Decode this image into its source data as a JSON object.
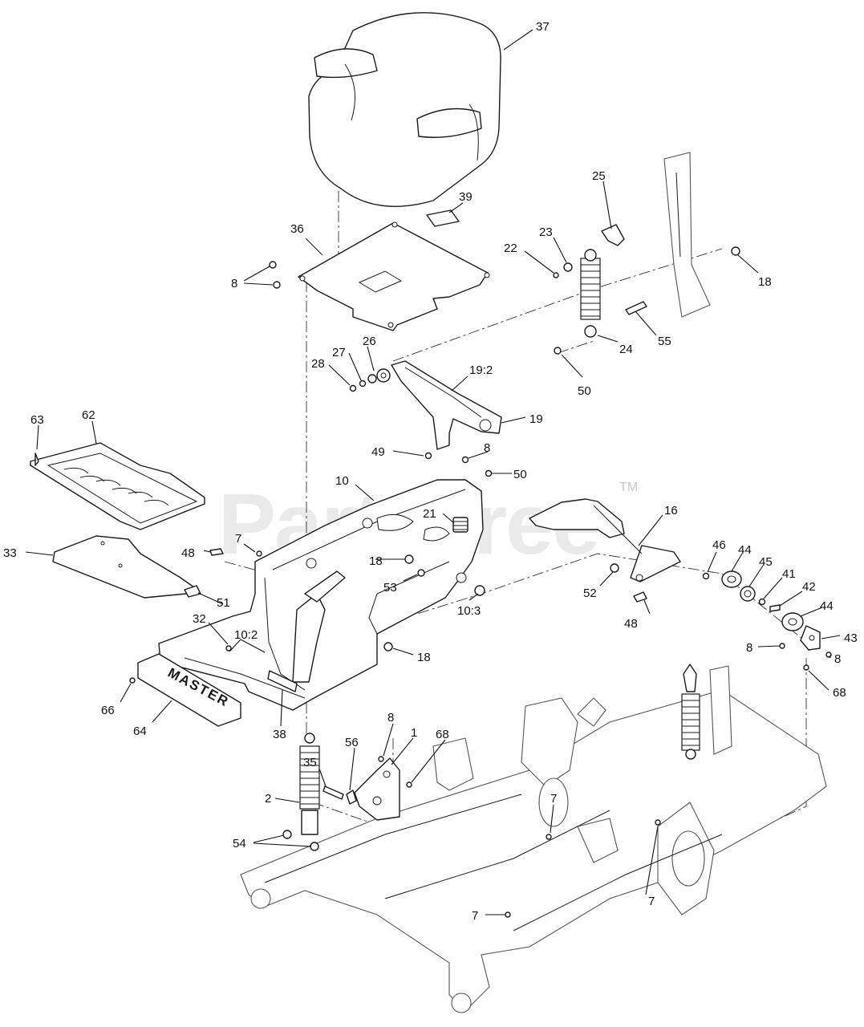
{
  "watermark": {
    "text": "PartsTree",
    "tm": "TM"
  },
  "brand_plate": {
    "text": "MASTER"
  },
  "callouts": [
    {
      "id": "c37",
      "label": "37"
    },
    {
      "id": "c39",
      "label": "39"
    },
    {
      "id": "c25",
      "label": "25"
    },
    {
      "id": "c36",
      "label": "36"
    },
    {
      "id": "c23",
      "label": "23"
    },
    {
      "id": "c22",
      "label": "22"
    },
    {
      "id": "c18a",
      "label": "18"
    },
    {
      "id": "c8a",
      "label": "8"
    },
    {
      "id": "c55",
      "label": "55"
    },
    {
      "id": "c26",
      "label": "26"
    },
    {
      "id": "c27",
      "label": "27"
    },
    {
      "id": "c28",
      "label": "28"
    },
    {
      "id": "c24",
      "label": "24"
    },
    {
      "id": "c50a",
      "label": "50"
    },
    {
      "id": "c19_2",
      "label": "19:2"
    },
    {
      "id": "c63",
      "label": "63"
    },
    {
      "id": "c62",
      "label": "62"
    },
    {
      "id": "c19",
      "label": "19"
    },
    {
      "id": "c49",
      "label": "49"
    },
    {
      "id": "c8b",
      "label": "8"
    },
    {
      "id": "c50b",
      "label": "50"
    },
    {
      "id": "c10",
      "label": "10"
    },
    {
      "id": "c16",
      "label": "16"
    },
    {
      "id": "c21",
      "label": "21"
    },
    {
      "id": "c33",
      "label": "33"
    },
    {
      "id": "c7a",
      "label": "7"
    },
    {
      "id": "c48a",
      "label": "48"
    },
    {
      "id": "c46",
      "label": "46"
    },
    {
      "id": "c44a",
      "label": "44"
    },
    {
      "id": "c18b",
      "label": "18"
    },
    {
      "id": "c45",
      "label": "45"
    },
    {
      "id": "c41",
      "label": "41"
    },
    {
      "id": "c53",
      "label": "53"
    },
    {
      "id": "c52",
      "label": "52"
    },
    {
      "id": "c42",
      "label": "42"
    },
    {
      "id": "c51",
      "label": "51"
    },
    {
      "id": "c44b",
      "label": "44"
    },
    {
      "id": "c32",
      "label": "32"
    },
    {
      "id": "c10_3",
      "label": "10:3"
    },
    {
      "id": "c48b",
      "label": "48"
    },
    {
      "id": "c10_2",
      "label": "10:2"
    },
    {
      "id": "c43",
      "label": "43"
    },
    {
      "id": "c8c",
      "label": "8"
    },
    {
      "id": "c18c",
      "label": "18"
    },
    {
      "id": "c8d",
      "label": "8"
    },
    {
      "id": "c68a",
      "label": "68"
    },
    {
      "id": "c66",
      "label": "66"
    },
    {
      "id": "c64",
      "label": "64"
    },
    {
      "id": "c38",
      "label": "38"
    },
    {
      "id": "c8e",
      "label": "8"
    },
    {
      "id": "c1",
      "label": "1"
    },
    {
      "id": "c68b",
      "label": "68"
    },
    {
      "id": "c56",
      "label": "56"
    },
    {
      "id": "c35",
      "label": "35"
    },
    {
      "id": "c2",
      "label": "2"
    },
    {
      "id": "c7b",
      "label": "7"
    },
    {
      "id": "c54",
      "label": "54"
    },
    {
      "id": "c7c",
      "label": "7"
    },
    {
      "id": "c7d",
      "label": "7"
    }
  ]
}
